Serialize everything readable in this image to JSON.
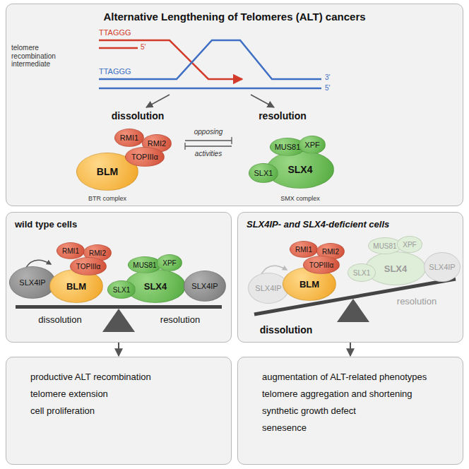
{
  "diagram": {
    "nodes": [
      {
        "text": [
          "Alternative Lengthening of Telomeres (ALT) cancers"
        ]
      },
      {
        "text": [
          "RMI1"
        ],
        "in": 0
      },
      {
        "text": [
          "RMI2"
        ],
        "in": 0
      },
      {
        "text": [
          "TOPIIIα"
        ],
        "in": 0
      },
      {
        "text": [
          "BLM"
        ],
        "in": 0
      },
      {
        "text": [
          "MUS81"
        ],
        "in": 0
      },
      {
        "text": [
          "XPF"
        ],
        "in": 0
      },
      {
        "text": [
          "SLX1"
        ],
        "in": 0
      },
      {
        "text": [
          "SLX4"
        ],
        "in": 0
      },
      {
        "text": [
          "wild type cells"
        ]
      },
      {
        "text": [
          "SLX4IP"
        ],
        "in": 9
      },
      {
        "text": [
          "RMI1"
        ],
        "in": 9
      },
      {
        "text": [
          "RMI2"
        ],
        "in": 9
      },
      {
        "text": [
          "TOPIIIα"
        ],
        "in": 9
      },
      {
        "text": [
          "BLM"
        ],
        "in": 9
      },
      {
        "text": [
          "MUS81"
        ],
        "in": 9
      },
      {
        "text": [
          "XPF"
        ],
        "in": 9
      },
      {
        "text": [
          "SLX1"
        ],
        "in": 9
      },
      {
        "text": [
          "SLX4"
        ],
        "in": 9
      },
      {
        "text": [
          "SLX4IP"
        ],
        "in": 9
      },
      {
        "text": [
          "SLX4IP- and SLX4-deficient cells"
        ]
      },
      {
        "text": [
          "SLX4IP"
        ],
        "in": 20
      },
      {
        "text": [
          "RMI1"
        ],
        "in": 20
      },
      {
        "text": [
          "RMI2"
        ],
        "in": 20
      },
      {
        "text": [
          "TOPIIIα"
        ],
        "in": 20
      },
      {
        "text": [
          "BLM"
        ],
        "in": 20
      },
      {
        "text": [
          "MUS81"
        ],
        "in": 20
      },
      {
        "text": [
          "XPF"
        ],
        "in": 20
      },
      {
        "text": [
          "SLX1"
        ],
        "in": 20
      },
      {
        "text": [
          "SLX4"
        ],
        "in": 20
      },
      {
        "text": [
          "SLX4IP"
        ],
        "in": 20
      },
      {
        "text": [
          "productive ALT recombination",
          "telomere extension",
          "cell proliferation"
        ]
      },
      {
        "text": [
          "augmentation of ALT-related phenotypes",
          "telomere aggregation and shortening",
          "synthetic growth defect",
          "senesence"
        ]
      }
    ],
    "edges": [
      {
        "from": 9,
        "to": 31,
        "arrow": "to"
      },
      {
        "from": 20,
        "to": 32,
        "arrow": "to"
      }
    ],
    "labels": [
      "TTAGGG",
      "5'",
      "TTAGGG",
      "3'",
      "5'",
      "telomere recombination intermediate",
      "dissolution",
      "resolution",
      "opposing",
      "activities",
      "BTR complex",
      "SMX complex",
      "dissolution",
      "resolution",
      "dissolution",
      "resolution"
    ]
  }
}
